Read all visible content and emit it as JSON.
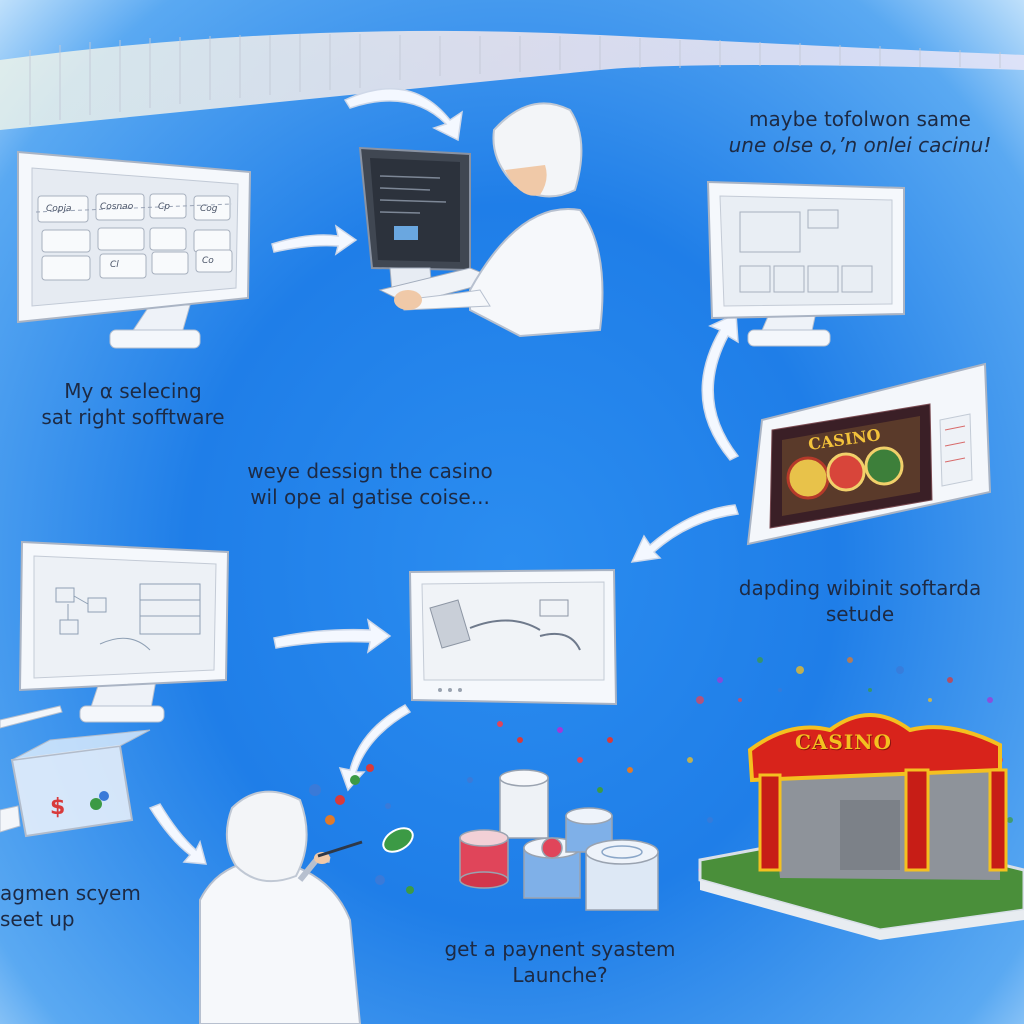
{
  "captions": {
    "top_right": {
      "line1": "maybe tofolwon same",
      "line2": "une olse o,’n onlei cacinu!"
    },
    "selecting": {
      "line1": "My α selecing",
      "line2": "sat right sofftware"
    },
    "design": {
      "line1": "weye dessign the casino",
      "line2": "wil ope al gatise coise..."
    },
    "software_setup": {
      "line1": "dapding wibinit softarda",
      "line2": "setude"
    },
    "payment_setup": {
      "line1": "agmen scyem",
      "line2": "seet up"
    },
    "launch": {
      "line1": "get a paynent syastem",
      "line2": "Launche?"
    }
  },
  "screens": {
    "selector_buttons": [
      "Copja",
      "Cosnao",
      "Cp",
      "Cog",
      "",
      "Cl",
      "",
      "Co"
    ],
    "casino_screen_title": "CASINO"
  },
  "building": {
    "sign": "CASINO"
  },
  "colors": {
    "background": "#1f7ee8",
    "sign_red": "#d8231b",
    "sign_gold": "#f4c020",
    "chip_red": "#e0455a",
    "chip_blue": "#7fb0e8"
  }
}
